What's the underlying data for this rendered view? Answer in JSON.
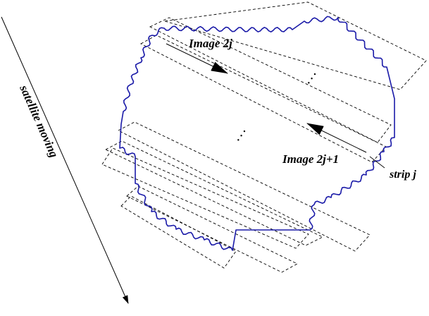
{
  "labels": {
    "satellite": "satellite moving",
    "image_even": "Image 2j",
    "image_odd": "Image 2j+1",
    "strip": "strip j",
    "dots_top": ". . .",
    "dots_mid": ". . ."
  },
  "colors": {
    "region": "#1a1aa8",
    "lines": "#000000"
  },
  "icons": {
    "satellite_arrow": "arrow-down-right-icon",
    "forward_arrow": "arrow-right-down-icon",
    "backward_arrow": "arrow-left-up-icon"
  }
}
